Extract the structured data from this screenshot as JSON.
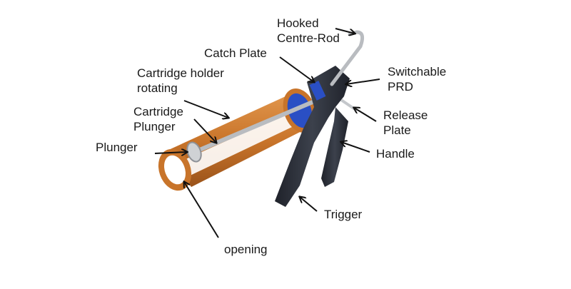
{
  "diagram": {
    "subject": "Caulking gun (sealant dispenser)",
    "colors": {
      "body_orange": "#c8742a",
      "handle_dark": "#2b2f38",
      "rod_silver": "#b9bcc0",
      "plate_blue": "#2a4fc4",
      "arrow": "#111111"
    },
    "labels": {
      "hooked_centre_rod": {
        "line1": "Hooked",
        "line2": "Centre-Rod"
      },
      "catch_plate": "Catch Plate",
      "cartridge_holder": {
        "line1": "Cartridge holder",
        "line2": "rotating"
      },
      "cartridge_plunger": {
        "line1": "Cartridge",
        "line2": "Plunger"
      },
      "plunger": "Plunger",
      "switchable_prd": {
        "line1": "Switchable",
        "line2": "PRD"
      },
      "release_plate": {
        "line1": "Release",
        "line2": "Plate"
      },
      "handle": "Handle",
      "trigger": "Trigger",
      "opening": "opening"
    }
  }
}
